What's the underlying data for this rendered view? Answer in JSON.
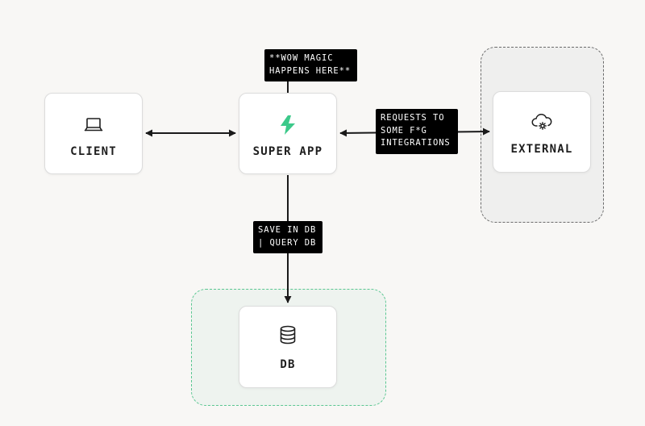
{
  "colors": {
    "background": "#f8f7f5",
    "accent_green": "#3cc98a",
    "tag_background": "#000000",
    "external_group_border": "#6b6b6b",
    "db_group_border": "#5bc792"
  },
  "nodes": {
    "client": {
      "label": "CLIENT",
      "icon": "laptop-icon"
    },
    "super_app": {
      "label": "SUPER APP",
      "icon": "lightning-bolt-icon"
    },
    "external": {
      "label": "EXTERNAL",
      "icon": "cloud-gear-icon"
    },
    "db": {
      "label": "DB",
      "icon": "database-icon"
    }
  },
  "tags": {
    "magic": {
      "lines": [
        "**WOW MAGIC",
        "HAPPENS HERE**"
      ]
    },
    "requests": {
      "lines": [
        "REQUESTS TO",
        "SOME F*G",
        "INTEGRATIONS"
      ]
    },
    "db": {
      "lines": [
        "SAVE IN DB",
        "| QUERY DB"
      ]
    }
  }
}
